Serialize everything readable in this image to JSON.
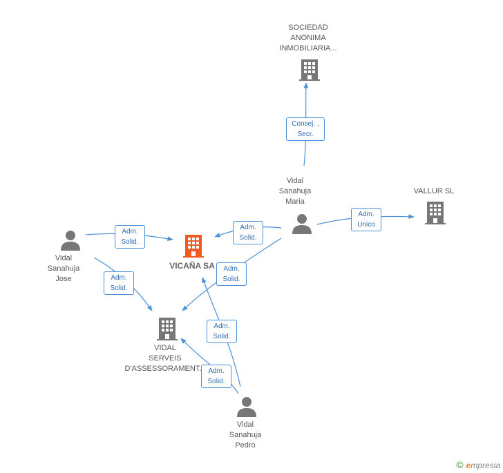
{
  "nodes": {
    "sociedad": {
      "label": "SOCIEDAD\nANONIMA\nINMOBILIARIA...",
      "type": "company"
    },
    "vicana": {
      "label": "VICAÑA SA",
      "type": "company-main"
    },
    "vallur": {
      "label": "VALLUR SL",
      "type": "company"
    },
    "vidal_serveis": {
      "label": "VIDAL\nSERVEIS\nD'ASSESSORAMENT...",
      "type": "company"
    },
    "maria": {
      "label": "Vidal\nSanahuja\nMaria",
      "type": "person"
    },
    "jose": {
      "label": "Vidal\nSanahuja\nJose",
      "type": "person"
    },
    "pedro": {
      "label": "Vidal\nSanahuja\nPedro",
      "type": "person"
    }
  },
  "relations": [
    {
      "id": "rel-maria-sociedad",
      "label": "Consej. ,\nSecr."
    },
    {
      "id": "rel-maria-vicana",
      "label": "Adm.\nSolid."
    },
    {
      "id": "rel-maria-vallur",
      "label": "Adm.\nUnico"
    },
    {
      "id": "rel-maria-serveis",
      "label": "Adm.\nSolid."
    },
    {
      "id": "rel-jose-vicana",
      "label": "Adm.\nSolid."
    },
    {
      "id": "rel-jose-serveis",
      "label": "Adm.\nSolid."
    },
    {
      "id": "rel-pedro-vicana",
      "label": "Adm.\nSolid."
    },
    {
      "id": "rel-pedro-serveis",
      "label": "Adm.\nSolid."
    }
  ],
  "colors": {
    "edge": "#4a90d9",
    "company": "#777777",
    "main_company": "#f05a24",
    "person": "#777777"
  },
  "icons": {
    "company": "building-icon",
    "person": "person-icon"
  },
  "footer": {
    "copyright": "©",
    "brand_e": "e",
    "brand_rest": "mpresia"
  }
}
